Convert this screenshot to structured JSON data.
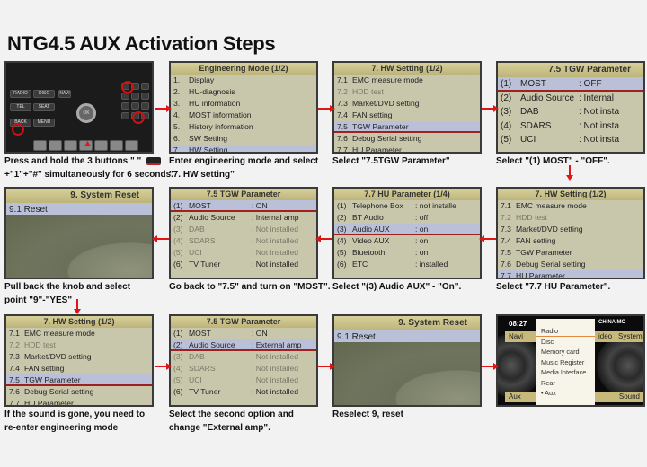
{
  "title": "NTG4.5 AUX Activation Steps",
  "colors": {
    "arrow": "#e01515",
    "selected_row": "#b9c0d8",
    "screen_header": "#c9c08a"
  },
  "panels": [
    {
      "id": "p1",
      "type": "photo",
      "caption": [
        "Press and hold the 3 buttons \"  \" ",
        "+\"1\"+\"#\" simultaneously for 6 seconds."
      ],
      "buttons": [
        "RADIO",
        "DISC",
        "NAVI",
        "TEL",
        "SEAT",
        "BACK",
        "MENU",
        "OK"
      ]
    },
    {
      "id": "p2",
      "type": "menu",
      "title": "Engineering Mode (1/2)",
      "caption": [
        "Enter engineering mode and select",
        "\"7. HW setting\""
      ],
      "rows": [
        {
          "n": "1.",
          "l": "Display"
        },
        {
          "n": "2.",
          "l": "HU-diagnosis"
        },
        {
          "n": "3.",
          "l": "HU information"
        },
        {
          "n": "4.",
          "l": "MOST information"
        },
        {
          "n": "5.",
          "l": "History information"
        },
        {
          "n": "6.",
          "l": "SW Setting"
        },
        {
          "n": "7.",
          "l": "HW Setting",
          "sel": true
        }
      ]
    },
    {
      "id": "p3",
      "type": "menu",
      "title": "7. HW Setting (1/2)",
      "caption": [
        "Select \"7.5TGW Parameter\""
      ],
      "rows": [
        {
          "n": "7.1",
          "l": "EMC measure mode"
        },
        {
          "n": "7.2",
          "l": "HDD test",
          "dim": true
        },
        {
          "n": "7.3",
          "l": "Market/DVD setting"
        },
        {
          "n": "7.4",
          "l": "FAN setting"
        },
        {
          "n": "7.5",
          "l": "TGW Parameter",
          "sel": true
        },
        {
          "n": "7.6",
          "l": "Debug Serial setting"
        },
        {
          "n": "7.7",
          "l": "HU Parameter"
        }
      ]
    },
    {
      "id": "p4",
      "type": "menu",
      "big": true,
      "title": "7.5 TGW Parameter",
      "caption": [
        "Select \"(1) MOST\" - \"OFF\"."
      ],
      "rows": [
        {
          "n": "(1)",
          "l": "MOST",
          "v": ": OFF",
          "sel": true
        },
        {
          "n": "(2)",
          "l": "Audio Source",
          "v": ": Internal"
        },
        {
          "n": "(3)",
          "l": "DAB",
          "v": ": Not insta"
        },
        {
          "n": "(4)",
          "l": "SDARS",
          "v": ": Not insta"
        },
        {
          "n": "(5)",
          "l": "UCI",
          "v": ": Not insta"
        }
      ]
    },
    {
      "id": "p5",
      "type": "reset",
      "title": "9. System Reset",
      "row": "9.1  Reset",
      "caption": [
        "Pull back the knob and select",
        "point \"9\"-\"YES\""
      ]
    },
    {
      "id": "p6",
      "type": "menu",
      "title": "7.5 TGW Parameter",
      "caption": [
        "Go back to \"7.5\" and turn on \"MOST\"."
      ],
      "rows": [
        {
          "n": "(1)",
          "l": "MOST",
          "v": ": ON",
          "sel": true
        },
        {
          "n": "(2)",
          "l": "Audio Source",
          "v": ": Internal amp"
        },
        {
          "n": "(3)",
          "l": "DAB",
          "v": ": Not installed",
          "dim": true
        },
        {
          "n": "(4)",
          "l": "SDARS",
          "v": ": Not installed",
          "dim": true
        },
        {
          "n": "(5)",
          "l": "UCI",
          "v": ": Not installed",
          "dim": true
        },
        {
          "n": "(6)",
          "l": "TV Tuner",
          "v": ": Not installed"
        }
      ]
    },
    {
      "id": "p7",
      "type": "menu",
      "title": "7.7 HU Parameter (1/4)",
      "caption": [
        "Select \"(3) Audio AUX\" - \"On\"."
      ],
      "rows": [
        {
          "n": "(1)",
          "l": "Telephone Box",
          "v": ": not installe"
        },
        {
          "n": "(2)",
          "l": "BT Audio",
          "v": ": off"
        },
        {
          "n": "(3)",
          "l": "Audio AUX",
          "v": ": on",
          "sel": true
        },
        {
          "n": "(4)",
          "l": "Video AUX",
          "v": ": on"
        },
        {
          "n": "(5)",
          "l": "Bluetooth",
          "v": ": on"
        },
        {
          "n": "(6)",
          "l": "ETC",
          "v": ": installed"
        }
      ]
    },
    {
      "id": "p8",
      "type": "menu",
      "title": "7. HW Setting (1/2)",
      "caption": [
        "Select \"7.7 HU Parameter\"."
      ],
      "rows": [
        {
          "n": "7.1",
          "l": "EMC measure mode"
        },
        {
          "n": "7.2",
          "l": "HDD test",
          "dim": true
        },
        {
          "n": "7.3",
          "l": "Market/DVD setting"
        },
        {
          "n": "7.4",
          "l": "FAN setting"
        },
        {
          "n": "7.5",
          "l": "TGW Parameter"
        },
        {
          "n": "7.6",
          "l": "Debug Serial setting"
        },
        {
          "n": "7.7",
          "l": "HU Parameter",
          "sel": true
        }
      ]
    },
    {
      "id": "p9",
      "type": "menu",
      "title": "7. HW Setting (1/2)",
      "caption": [
        "If the sound is gone, you need to",
        "re-enter engineering mode"
      ],
      "rows": [
        {
          "n": "7.1",
          "l": "EMC measure mode"
        },
        {
          "n": "7.2",
          "l": "HDD test",
          "dim": true
        },
        {
          "n": "7.3",
          "l": "Market/DVD setting"
        },
        {
          "n": "7.4",
          "l": "FAN setting"
        },
        {
          "n": "7.5",
          "l": "TGW Parameter",
          "sel": true
        },
        {
          "n": "7.6",
          "l": "Debug Serial setting"
        },
        {
          "n": "7.7",
          "l": "HU Parameter"
        }
      ]
    },
    {
      "id": "p10",
      "type": "menu",
      "title": "7.5 TGW Parameter",
      "caption": [
        "Select the second option and",
        "change \"External amp\"."
      ],
      "rows": [
        {
          "n": "(1)",
          "l": "MOST",
          "v": ": ON"
        },
        {
          "n": "(2)",
          "l": "Audio Source",
          "v": ": External amp",
          "sel": true
        },
        {
          "n": "(3)",
          "l": "DAB",
          "v": ": Not installed",
          "dim": true
        },
        {
          "n": "(4)",
          "l": "SDARS",
          "v": ": Not installed",
          "dim": true
        },
        {
          "n": "(5)",
          "l": "UCI",
          "v": ": Not installed",
          "dim": true
        },
        {
          "n": "(6)",
          "l": "TV Tuner",
          "v": ": Not installed"
        }
      ]
    },
    {
      "id": "p11",
      "type": "reset",
      "title": "9. System Reset",
      "row": "9.1  Reset",
      "caption": [
        "Reselect 9, reset"
      ]
    },
    {
      "id": "p12",
      "type": "radio",
      "time": "08:27",
      "status": "CHINA MO",
      "tabs": [
        "Navi",
        "ideo",
        "System"
      ],
      "bottom": [
        "Aux",
        "Sound"
      ],
      "menu": [
        "Radio",
        "Disc",
        "Memory card",
        "Music Register",
        "Media Interface",
        "Rear",
        "• Aux"
      ],
      "caption": []
    }
  ]
}
